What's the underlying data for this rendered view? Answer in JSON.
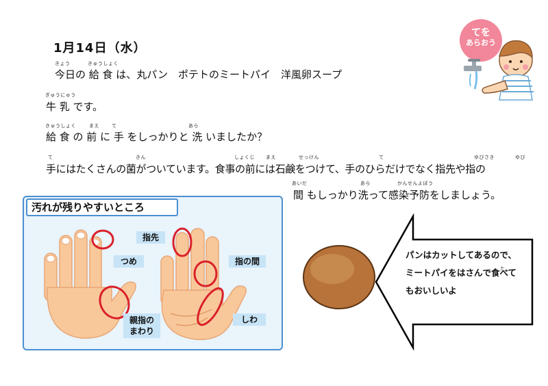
{
  "date": "1月14日（水）",
  "para1": {
    "line1": "今日の 給  食 は、丸パン　ポテトのミートパイ　洋風卵スープ",
    "line2": "牛 乳 です。",
    "furi_kyou": "きょう",
    "furi_kyuushoku": "きゅうしょく",
    "furi_gyuunyuu": "ぎゅうにゅう"
  },
  "para2": {
    "line1": "給  食 の 前 に 手 をしっかりと 洗 いましたか？",
    "furi_kyuushoku": "きゅうしょく",
    "furi_mae": "まえ",
    "furi_te": "て",
    "furi_ara": "あら"
  },
  "para3": {
    "line1": "手にはたくさんの菌がついています。食事の前には石鹸をつけて、手のひらだけでなく指先や指の",
    "line2": "間 もしっかり洗って感染予防をしましょう。",
    "furi_te": "て",
    "furi_kin": "きん",
    "furi_shokuji": "しょくじ",
    "furi_mae": "まえ",
    "furi_sekken": "せっけん",
    "furi_te2": "て",
    "furi_yubisaki": "ゆびさき",
    "furi_yubi": "ゆび",
    "furi_aida": "あいだ",
    "furi_ara": "あら",
    "furi_kansenyobou": "かんせんよぼう"
  },
  "panel": {
    "title": "汚れが残りやすいところ",
    "labels": {
      "tsume": "つめ",
      "yubisaki": "指先",
      "yubi_no_aida": "指の間",
      "oyayubi_1": "親指の",
      "oyayubi_2": "まわり",
      "shiwa": "しわ"
    }
  },
  "bubble": {
    "line1": "パンはカットしてあるので、",
    "line2": "ミートパイをはさんで食べて",
    "line3": "もおいしいよ",
    "furi_ta": "た"
  },
  "badge": {
    "line1": "てを",
    "line2": "あらおう"
  },
  "colors": {
    "panel_border": "#4a8fd0",
    "panel_bg": "#e9f4fb",
    "label_bg": "#c7e3f6",
    "circle": "#d9202a",
    "hand": "#f9c89a",
    "bread": "#b8733a",
    "badge": "#f2869a"
  }
}
